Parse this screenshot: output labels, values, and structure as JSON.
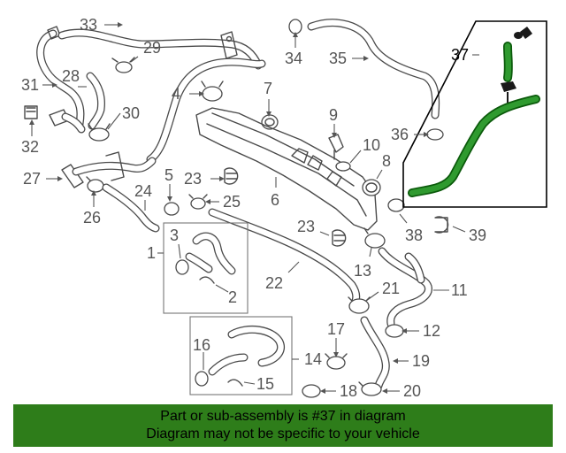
{
  "callouts": {
    "c1": "1",
    "c2": "2",
    "c3": "3",
    "c4": "4",
    "c5": "5",
    "c6": "6",
    "c7": "7",
    "c8": "8",
    "c9": "9",
    "c10": "10",
    "c11": "11",
    "c12": "12",
    "c13": "13",
    "c14": "14",
    "c15": "15",
    "c16": "16",
    "c17": "17",
    "c18": "18",
    "c19": "19",
    "c20": "20",
    "c21": "21",
    "c22": "22",
    "c23a": "23",
    "c23b": "23",
    "c24": "24",
    "c25": "25",
    "c26": "26",
    "c27": "27",
    "c28": "28",
    "c29": "29",
    "c30": "30",
    "c31": "31",
    "c32": "32",
    "c33": "33",
    "c34": "34",
    "c35": "35",
    "c36": "36",
    "c37": "37",
    "c38": "38",
    "c39": "39"
  },
  "highlight_color": "#2f9a2f",
  "banner": {
    "line1": "Part or sub-assembly is #37 in diagram",
    "line2": "Diagram may not be specific to your vehicle",
    "color": "#2e7d1a"
  }
}
